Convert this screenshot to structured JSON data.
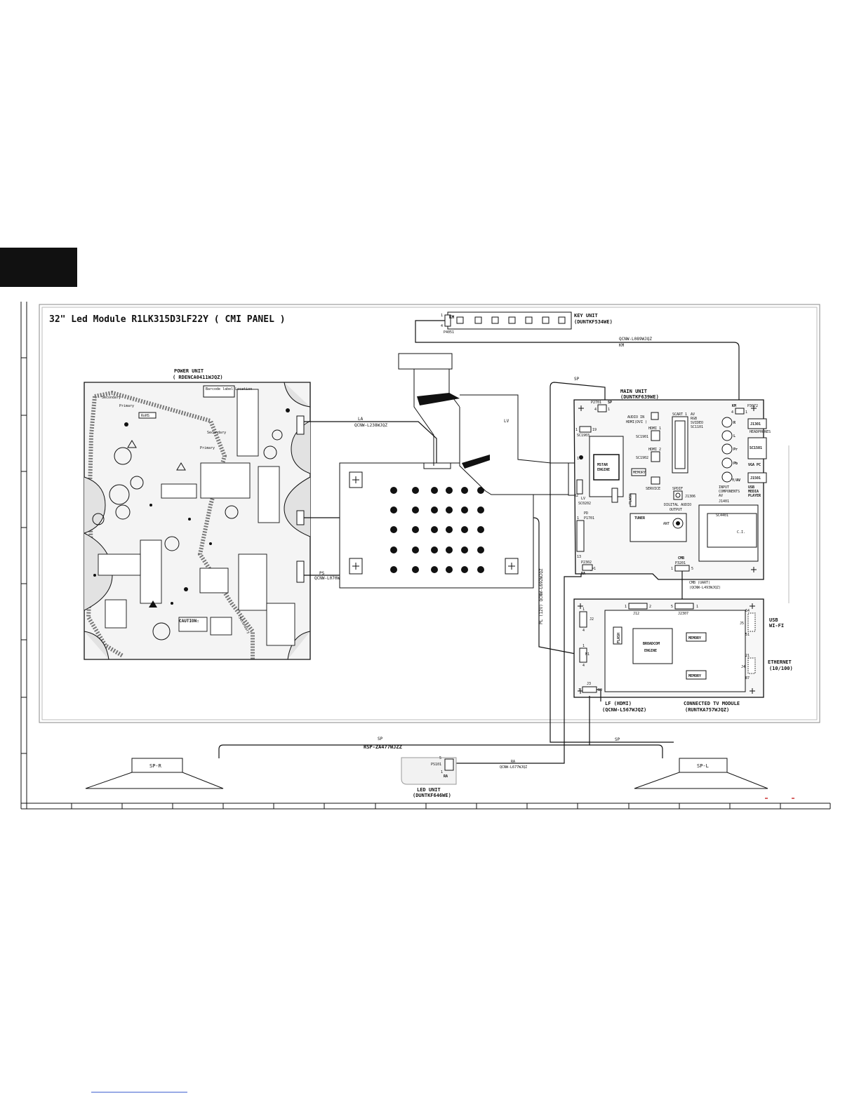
{
  "title": "32\" Led Module R1LK315D3LF22Y ( CMI PANEL )",
  "key_unit": {
    "name": "KEY UNIT",
    "code": "(DUNTKF534WE)",
    "connector": "P4051",
    "pin_1": "1",
    "pin_4": "4",
    "label": "KM"
  },
  "cable_km": {
    "code": "QCNW-L089WJQZ",
    "label": "KM"
  },
  "power_unit": {
    "name": "POWER UNIT",
    "code": "( RDENCA0411WJQZ)",
    "secondary_1": "Secondary",
    "primary_1": "Primary",
    "primary_2": "Primary",
    "secondary_2": "Secondary",
    "secondary_3": "Secondary",
    "rohs": "RoHS",
    "caution": "CAUTION:",
    "barcode": "Barcode label Location"
  },
  "cable_la": {
    "label": "LA",
    "code": "QCNW-L238WJQZ"
  },
  "cable_ps": {
    "label": "PS",
    "code": "QCNW-L070WJQZ"
  },
  "cable_lv": {
    "label": "LV"
  },
  "cable_sp_top": {
    "label": "SP"
  },
  "cable_pl": {
    "text": "PL (12V)  QCNW-L692WJQZ"
  },
  "main_unit": {
    "name": "MAIN UNIT",
    "code": "(DUNTKF639WE)",
    "p2701": "P2701",
    "sp": "SP",
    "p2701_pin4": "4",
    "p2701_pin1": "1",
    "sc1903_pin1": "1",
    "sc1903_pin19": "19",
    "sc1903": "SC1903",
    "audio_in": "AUDIO IN",
    "hdmi_dvi": "HDMI(DVI )",
    "hdmi1": "HDMI 1",
    "sc1901": "SC1901",
    "hdmi2": "HDMI 2",
    "sc1902": "SC1902",
    "scart": "SCART 1",
    "av_rgb": "AV\nRGB\nSVIDEO",
    "sc1101": "SC1101",
    "mstar": "MSTAR",
    "engine": "ENGINE",
    "memory": "MEMORY",
    "service": "SERVICE",
    "spdif": "SPDIF",
    "j1306": "J1306",
    "digital_audio": "DIGITAL AUDIO",
    "output": "OUTPUT",
    "lv": "LV",
    "sc0202": "SC0202",
    "pin32": "32",
    "pin1": "1",
    "pd": "PD",
    "p1701": "P1701",
    "pd_pin1": "1",
    "pd_pin13": "13",
    "p2302": "P2302",
    "ra": "RA",
    "p2302_pin1": "1",
    "tuner": "TUNER",
    "ant": "ANT",
    "km": "KM",
    "p3072": "P3072",
    "km_pin4": "4",
    "km_pin1": "1",
    "jack_r": "R",
    "jack_l": "L",
    "jack_pr": "Pr",
    "jack_pb": "Pb",
    "jack_yav": "Y/AV",
    "j1301": "J1301",
    "headphones": "HEADPHONES",
    "sc1501": "SC1501",
    "vga_pc": "VGA PC",
    "j1501": "J1501",
    "usb_media": "USB\nMEDIA\nPLAYER",
    "input_comp": "INPUT\nCOMPONENTS\nAV",
    "j1401": "J1401",
    "sc4401": "SC4401",
    "ci": "C.I.",
    "cmb": "CMB",
    "p3201": "P3201",
    "cmb_pin1": "1",
    "cmb_pin5": "5",
    "flash": "FLASH"
  },
  "cable_cmb": {
    "text": "CMB (UART)",
    "code": "(QCNW-L493WJQZ)"
  },
  "ctv": {
    "name": "CONNECTED TV MODULE",
    "code": "(RUNTKA757WJQZ)",
    "j12": "J12",
    "j12_pin1": "1",
    "j12_pin2": "2",
    "j2307": "J2307",
    "j2307_pin5": "5",
    "j2307_pin1": "1",
    "j2": "J2",
    "j2_pin1": "1",
    "j2_pin4": "4",
    "n1": "N1",
    "n1_pin1": "1",
    "n1_pin4": "4",
    "j3": "J3",
    "j3_pin1": "1",
    "j3_pin19": "19",
    "flash": "FLASH",
    "broadcom": "BROADCOM",
    "engine": "ENGINE",
    "memory1": "MEMORY",
    "memory2": "MEMORY",
    "j5": "J5",
    "j5_64": "64",
    "j5_51": "51",
    "j4": "J4",
    "j4_21": "21",
    "j4_87": "87",
    "usb": "USB",
    "wifi": "WI-FI",
    "ethernet": "ETHERNET",
    "eth_speed": "(10/100)"
  },
  "cable_lf": {
    "label": "LF (HDMI)",
    "code": "(QCNW-L567WJQZ)"
  },
  "speakers": {
    "sp_r": "SP-R",
    "sp_l": "SP-L",
    "cable_sp": "SP",
    "cable_code": "RSP-ZA477WJZZ",
    "sp_right": "SP"
  },
  "led_unit": {
    "name": "LED UNIT",
    "code": "(DUNTKF646WE)",
    "ps101": "PS101",
    "pin5": "5",
    "pin1": "1",
    "ra": "RA"
  },
  "cable_ra": {
    "label": "RA",
    "code": "QCNW-L677WJQZ"
  }
}
